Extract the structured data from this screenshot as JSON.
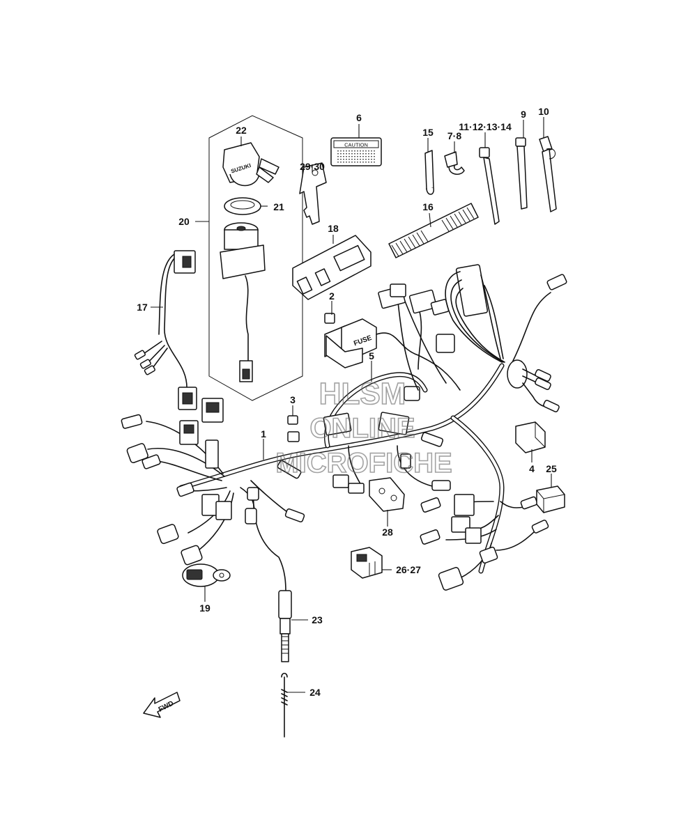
{
  "callouts": {
    "c1": "1",
    "c2": "2",
    "c3": "3",
    "c4": "4",
    "c5": "5",
    "c6": "6",
    "c7_8": "7·8",
    "c9": "9",
    "c10": "10",
    "c11_14": "11·12·13·14",
    "c15": "15",
    "c16": "16",
    "c17": "17",
    "c18": "18",
    "c19": "19",
    "c20": "20",
    "c21": "21",
    "c22": "22",
    "c23": "23",
    "c24": "24",
    "c25": "25",
    "c26_27": "26·27",
    "c28": "28",
    "c29_30": "29·30"
  },
  "part_text": {
    "caution": "CAUTION",
    "fuse": "FUSE",
    "suzuki": "SUZUKI",
    "fwd": "FWD"
  },
  "watermark": {
    "line1": "HLSM",
    "line2": "ONLINE",
    "line3": "MICROFICHE"
  }
}
